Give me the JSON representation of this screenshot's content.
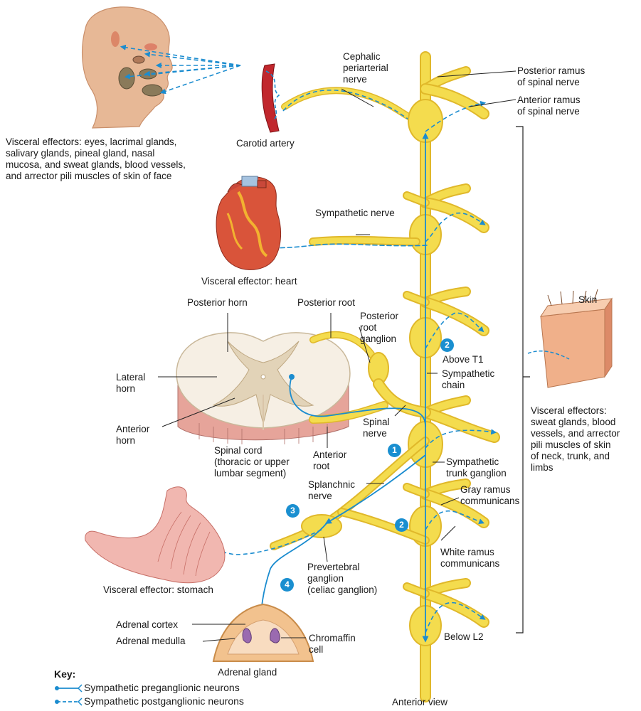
{
  "colors": {
    "nerve": "#f4dc4e",
    "nerve_edge": "#e0b82a",
    "neuron": "#1b8ccf",
    "artery": "#c1272d",
    "cord_white": "#f6efe4",
    "cord_gray": "#e2d3b8",
    "cord_pia": "#e6a49a"
  },
  "labels": {
    "face_effectors": "Visceral effectors: eyes, lacrimal glands,\nsalivary glands, pineal gland, nasal\nmucosa, and sweat glands, blood vessels,\nand arrector pili muscles of skin of face",
    "carotid": "Carotid artery",
    "cephalic": "Cephalic\nperiarterial\nnerve",
    "posterior_ramus": "Posterior ramus\nof spinal nerve",
    "anterior_ramus": "Anterior ramus\nof spinal nerve",
    "sympathetic_nerve": "Sympathetic nerve",
    "heart_effector": "Visceral effector: heart",
    "posterior_horn": "Posterior horn",
    "posterior_root": "Posterior root",
    "posterior_root_ganglion": "Posterior\nroot\nganglion",
    "above_t1": "Above T1",
    "sympathetic_chain": "Sympathetic\nchain",
    "lateral_horn": "Lateral\nhorn",
    "anterior_horn": "Anterior\nhorn",
    "spinal_nerve": "Spinal\nnerve",
    "spinal_cord": "Spinal cord\n(thoracic or upper\nlumbar segment)",
    "anterior_root": "Anterior\nroot",
    "sympathetic_trunk_ganglion": "Sympathetic\ntrunk ganglion",
    "gray_ramus": "Gray ramus\ncommunicans",
    "splanchnic": "Splanchnic\nnerve",
    "white_ramus": "White ramus\ncommunicans",
    "prevertebral": "Prevertebral\nganglion\n(celiac ganglion)",
    "stomach_effector": "Visceral effector: stomach",
    "adrenal_cortex": "Adrenal cortex",
    "adrenal_medulla": "Adrenal medulla",
    "chromaffin": "Chromaffin\ncell",
    "adrenal_gland": "Adrenal gland",
    "below_l2": "Below L2",
    "anterior_view": "Anterior view",
    "skin": "Skin",
    "skin_effectors": "Visceral effectors:\nsweat glands, blood\nvessels, and arrector\npili muscles of skin\nof neck, trunk, and\nlimbs"
  },
  "steps": {
    "s1": "1",
    "s2a": "2",
    "s2b": "2",
    "s3": "3",
    "s4": "4"
  },
  "key": {
    "title": "Key:",
    "pre": "Sympathetic preganglionic neurons",
    "post": "Sympathetic postganglionic neurons"
  }
}
